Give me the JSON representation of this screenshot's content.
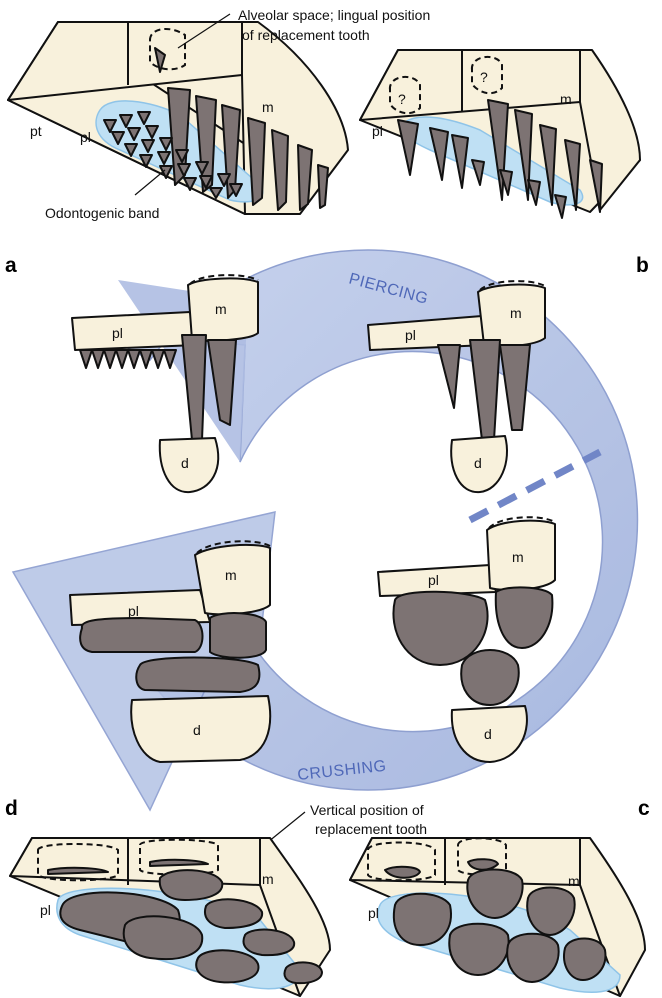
{
  "labels": {
    "pt": "pt",
    "pl": "pl",
    "m": "m",
    "d": "d",
    "question": "?"
  },
  "annotations": {
    "alveolar_line1": "Alveolar space; lingual position",
    "alveolar_line2": "of replacement tooth",
    "odontogenic": "Odontogenic band",
    "vertical_line1": "Vertical position of",
    "vertical_line2": "replacement tooth"
  },
  "panels": {
    "a": "a",
    "b": "b",
    "c": "c",
    "d": "d"
  },
  "cycle": {
    "top": "PIERCING",
    "bottom": "CRUSHING"
  },
  "colors": {
    "bone": "#f8f1dc",
    "tooth": "#7d7373",
    "band": "#bfe0f4",
    "arrow": "#aebde2",
    "arrow_text": "#4f68b8"
  }
}
